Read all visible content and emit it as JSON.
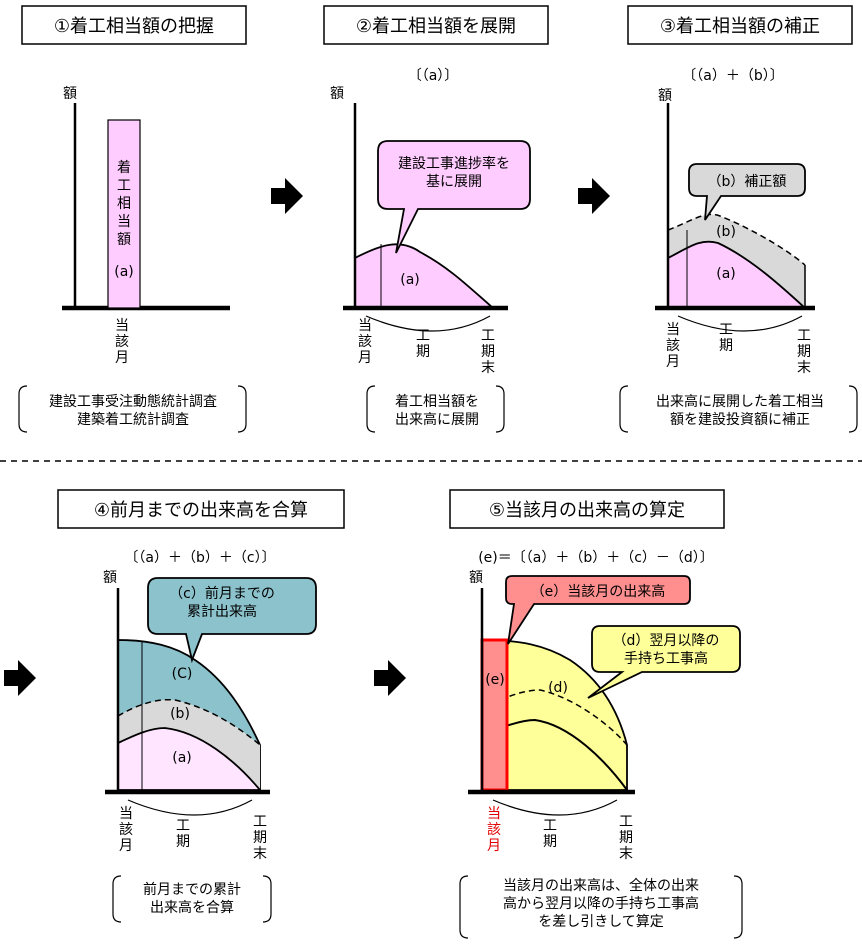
{
  "panels": [
    {
      "title": "①着工相当額の把握",
      "y_label": "額",
      "formula": "",
      "bar_label": "着工相当額",
      "bar_sub": "(a)",
      "x_start": "当該月",
      "note": [
        "建設工事受注動態統計調査",
        "建築着工統計調査"
      ]
    },
    {
      "title": "②着工相当額を展開",
      "y_label": "額",
      "formula": "〔（a）〕",
      "callout": [
        "建設工事進捗率を",
        "基に展開"
      ],
      "area_labels": [
        "(a)"
      ],
      "x_start": "当該月",
      "x_mid": "工期",
      "x_end": "工期末",
      "note": [
        "着工相当額を",
        "出来高に展開"
      ]
    },
    {
      "title": "③着工相当額の補正",
      "y_label": "額",
      "formula": "〔（a）＋（b）〕",
      "callout": [
        "（b）補正額"
      ],
      "area_labels": [
        "(b)",
        "(a)"
      ],
      "x_start": "当該月",
      "x_mid": "工期",
      "x_end": "工期末",
      "note": [
        "出来高に展開した着工相当",
        "額を建設投資額に補正"
      ]
    },
    {
      "title": "④前月までの出来高を合算",
      "y_label": "額",
      "formula": "〔（a）＋（b）＋（c）〕",
      "callout": [
        "（c）前月までの",
        "累計出来高"
      ],
      "area_labels": [
        "(C)",
        "(b)",
        "(a)"
      ],
      "x_start": "当該月",
      "x_mid": "工期",
      "x_end": "工期末",
      "note": [
        "前月までの累計",
        "出来高を合算"
      ]
    },
    {
      "title": "⑤当該月の出来高の算定",
      "y_label": "額",
      "formula": "(e)＝〔（a）＋（b）＋（c）－（d）〕",
      "callout_e": [
        "（e）当該月の出来高"
      ],
      "callout_d": [
        "（d）翌月以降の",
        "手持ち工事高"
      ],
      "area_labels": [
        "(e)",
        "(d)"
      ],
      "x_start": "当該月",
      "x_mid": "工期",
      "x_end": "工期末",
      "note": [
        "当該月の出来高は、全体の出来",
        "高から翌月以降の手持ち工事高",
        "を差し引きして算定"
      ]
    }
  ],
  "colors": {
    "pink": "#ffccff",
    "pink_light": "#ffe5ff",
    "gray": "#d9d9d9",
    "teal": "#8cc2cc",
    "yellow": "#ffff99",
    "red_fill": "#ff8f8f",
    "red_line": "#ff0000",
    "red_text": "#e00000",
    "line": "#000000"
  }
}
